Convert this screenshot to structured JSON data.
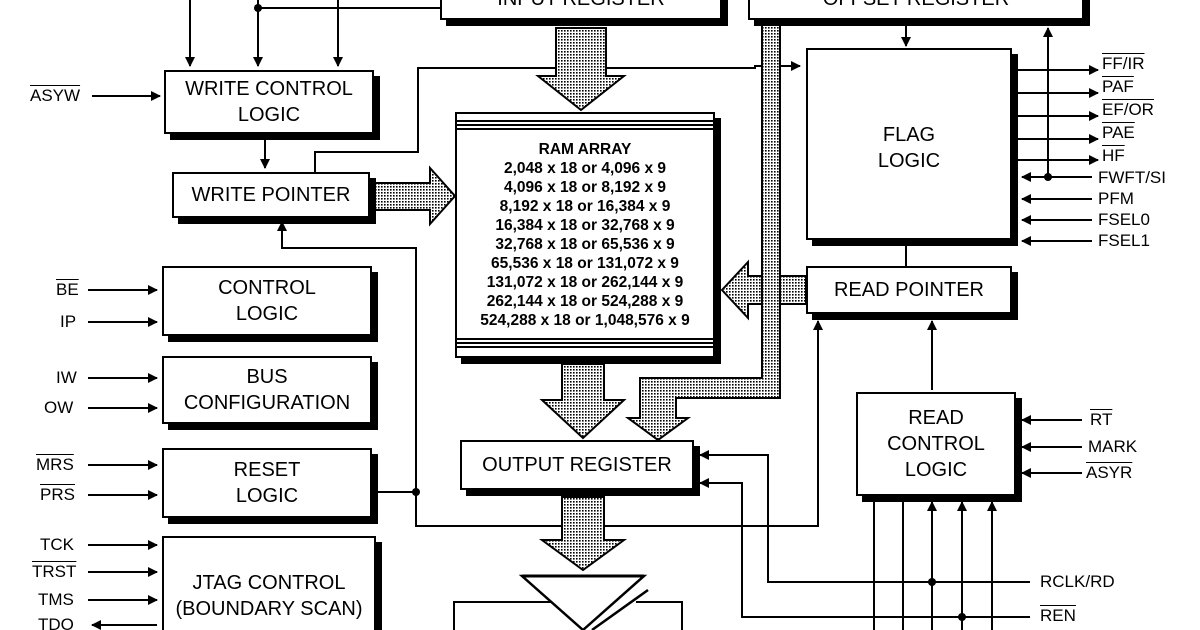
{
  "blocks": {
    "input_register": "INPUT REGISTER",
    "offset_register": "OFFSET REGISTER",
    "write_control": [
      "WRITE CONTROL",
      "LOGIC"
    ],
    "write_pointer": "WRITE POINTER",
    "flag_logic": [
      "FLAG",
      "LOGIC"
    ],
    "read_pointer": "READ POINTER",
    "control_logic": [
      "CONTROL",
      "LOGIC"
    ],
    "bus_config": [
      "BUS",
      "CONFIGURATION"
    ],
    "reset_logic": [
      "RESET",
      "LOGIC"
    ],
    "jtag_control": [
      "JTAG CONTROL",
      "(BOUNDARY SCAN)"
    ],
    "output_register": "OUTPUT REGISTER",
    "read_control": [
      "READ",
      "CONTROL",
      "LOGIC"
    ]
  },
  "ram_array": {
    "title": "RAM ARRAY",
    "sizes": [
      "2,048 x 18 or 4,096 x 9",
      "4,096 x 18 or 8,192 x 9",
      "8,192 x 18 or 16,384 x 9",
      "16,384 x 18 or 32,768 x 9",
      "32,768 x 18 or 65,536 x 9",
      "65,536 x 18 or 131,072 x 9",
      "131,072 x 18 or 262,144 x 9",
      "262,144 x 18 or 524,288 x 9",
      "524,288 x 18 or 1,048,576 x 9"
    ]
  },
  "signals": {
    "asyw": "ASYW",
    "be": "BE",
    "ip": "IP",
    "iw": "IW",
    "ow": "OW",
    "mrs": "MRS",
    "prs": "PRS",
    "tck": "TCK",
    "trst": "TRST",
    "tms": "TMS",
    "tdo": "TDO",
    "ff_ir": "FF/IR",
    "paf": "PAF",
    "ef_or": "EF/OR",
    "pae": "PAE",
    "hf": "HF",
    "fwft_si": "FWFT/SI",
    "pfm": "PFM",
    "fsel0": "FSEL0",
    "fsel1": "FSEL1",
    "rt": "RT",
    "mark": "MARK",
    "asyr": "ASYR",
    "rclk_rd": "RCLK/RD",
    "ren": "REN"
  }
}
